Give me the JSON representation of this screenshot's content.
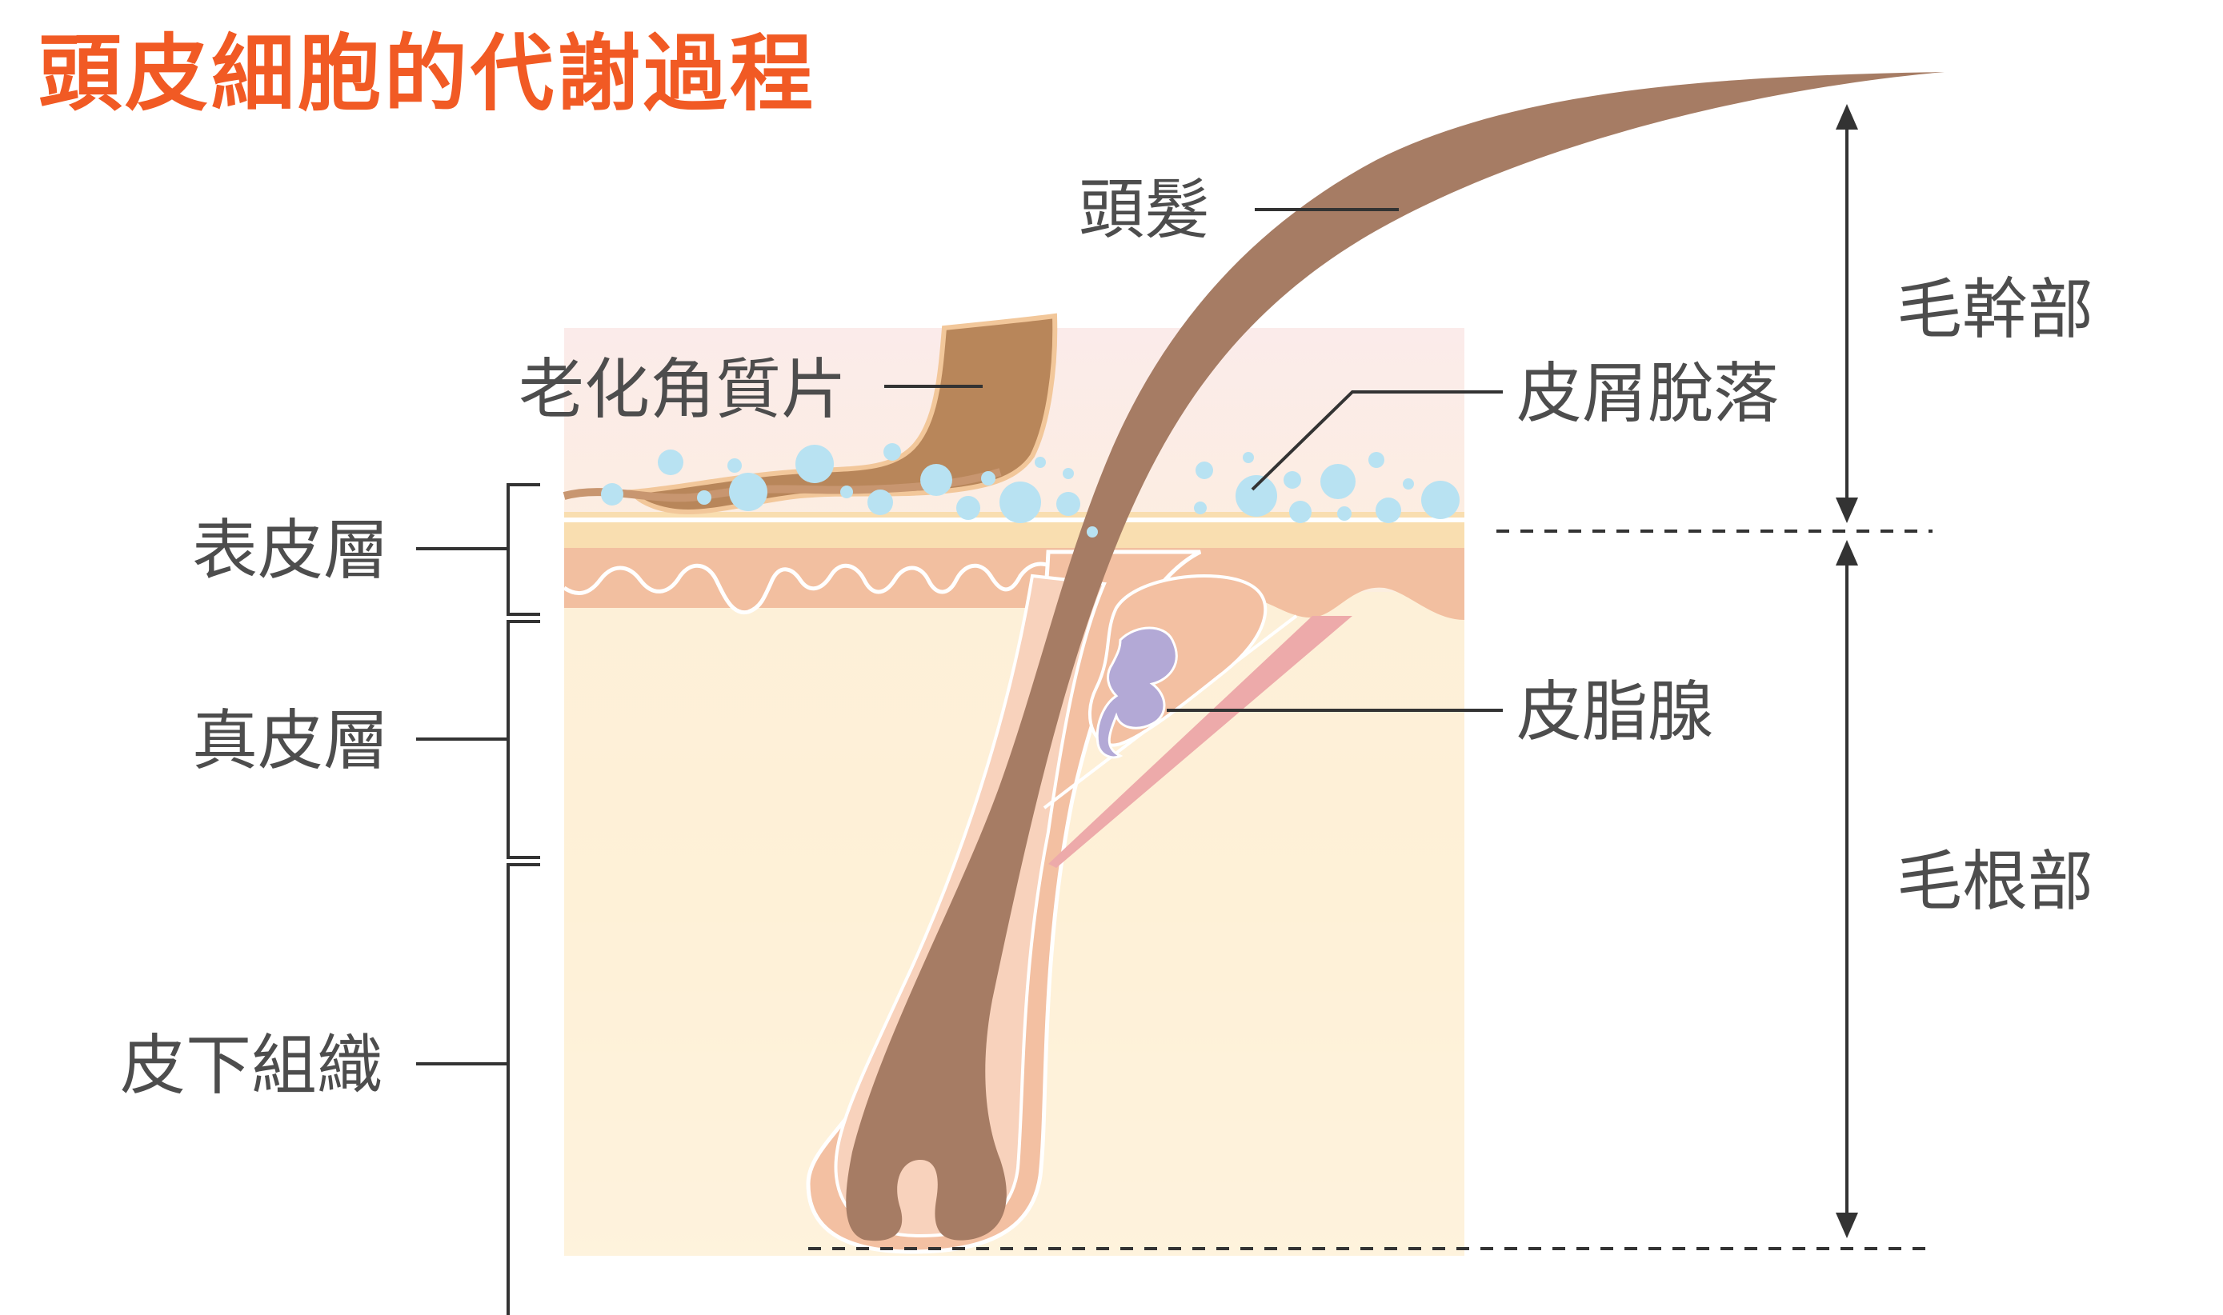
{
  "title": "頭皮細胞的代謝過程",
  "labels": {
    "hair": "頭髮",
    "aged_keratin": "老化角質片",
    "flaking": "皮屑脫落",
    "epidermis": "表皮層",
    "dermis": "真皮層",
    "sebaceous_gland": "皮脂腺",
    "subcutaneous": "皮下組織",
    "hair_shaft": "毛幹部",
    "hair_root": "毛根部"
  },
  "colors": {
    "title": "#F15A24",
    "label_text": "#4D4D4D",
    "leader_line": "#333333",
    "hair": "#A67C64",
    "keratin_flake": "#B8865A",
    "epidermis_top": "#F9DEB0",
    "epidermis_pink": "#F2BFA0",
    "dermis": "#FDF0D6",
    "follicle_sheath": "#F3C0A2",
    "arrector_muscle": "#EDAAAA",
    "sebaceous": "#B3A9D6",
    "flakes_bubbles": "#B8E2F2"
  }
}
